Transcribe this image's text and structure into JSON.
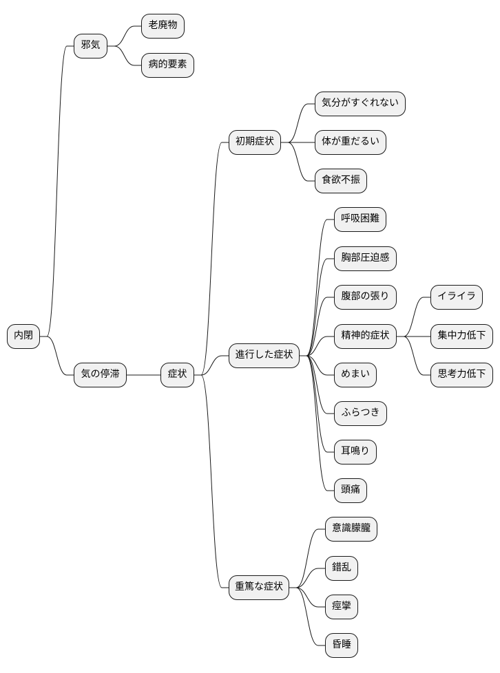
{
  "diagram": {
    "type": "mindmap",
    "colors": {
      "node_fill": "#F1F1F1",
      "node_border": "#181818",
      "edge": "#181818",
      "background": "#FFFFFF"
    },
    "root": {
      "label": "内閉",
      "children": [
        {
          "label": "邪気",
          "children": [
            {
              "label": "老廃物"
            },
            {
              "label": "病的要素"
            }
          ]
        },
        {
          "label": "気の停滞",
          "children": [
            {
              "label": "症状",
              "children": [
                {
                  "label": "初期症状",
                  "children": [
                    {
                      "label": "気分がすぐれない"
                    },
                    {
                      "label": "体が重だるい"
                    },
                    {
                      "label": "食欲不振"
                    }
                  ]
                },
                {
                  "label": "進行した症状",
                  "children": [
                    {
                      "label": "呼吸困難"
                    },
                    {
                      "label": "胸部圧迫感"
                    },
                    {
                      "label": "腹部の張り"
                    },
                    {
                      "label": "精神的症状",
                      "children": [
                        {
                          "label": "イライラ"
                        },
                        {
                          "label": "集中力低下"
                        },
                        {
                          "label": "思考力低下"
                        }
                      ]
                    },
                    {
                      "label": "めまい"
                    },
                    {
                      "label": "ふらつき"
                    },
                    {
                      "label": "耳鳴り"
                    },
                    {
                      "label": "頭痛"
                    }
                  ]
                },
                {
                  "label": "重篤な症状",
                  "children": [
                    {
                      "label": "意識朦朧"
                    },
                    {
                      "label": "錯乱"
                    },
                    {
                      "label": "痙攣"
                    },
                    {
                      "label": "昏睡"
                    }
                  ]
                }
              ]
            }
          ]
        }
      ]
    }
  }
}
